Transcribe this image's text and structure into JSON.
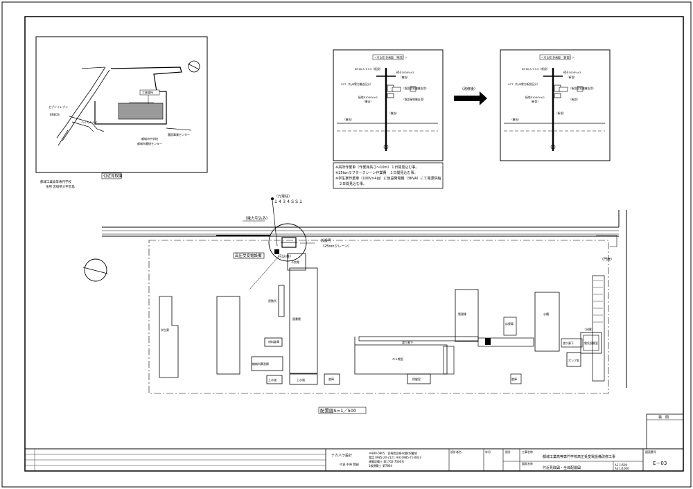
{
  "location_map": {
    "title": "付近見取図",
    "school_name": "都城工業高等専門学校",
    "address": "住所 宮崎県大字宮島",
    "labels": {
      "site": "工事場所",
      "seven_eleven": "セブンイレブン",
      "eneos": "ENEOS",
      "nishimatsu": "ハイカムライ…",
      "center": "農園事業センター",
      "center2": "都城市中学校",
      "center3": "都城市農研センター"
    }
  },
  "elevation_before": {
    "title": "＜引込柱 計画図 （現況）＞",
    "lines": [
      "ΦΓ16-3-T-3.5（既設）",
      "碍子1000V×2",
      "（撤去）",
      "VCT（九州電力撤去区分）",
      "（既設受電盤撤去用）",
      "接地E1000V×2",
      "（撤去）",
      "（既設接地撤去用）",
      "（撤去）",
      "（撤去）"
    ]
  },
  "elevation_after": {
    "title": "＜引込柱 計画図 （新設）＞",
    "lines": [
      "ΦΓ16-3-T-3.5（新設）",
      "碍子1000V×2",
      "（新設）",
      "VCT（九州電力新設区分）",
      "（新設受電盤撤去用）",
      "接地E1000V×2",
      "（新設）",
      "（新設）",
      "（新設）",
      "（撤去）"
    ]
  },
  "arrow_label": "（改修後）",
  "notes": [
    "※高所作業車（作業床高さ～10m）１日間見込む事。",
    "※25tonラフタークレーン作業費　１日間見込む事。",
    "※学生寮作業車（100V×4台）に仮設発電機（3KVA）にて電源供給",
    "　２日間見込む事。"
  ],
  "site_plan": {
    "title": "配置図S=1／500",
    "pole_label": "（九電柱）",
    "pole_no": "１４３４ＳＳ１",
    "power_inlet": "（電力引込み）",
    "crane": "（25tonクレーン）",
    "crane_id": "仮設号",
    "substation": "高圧受変電設備",
    "inlet_pole": "（引込柱）",
    "gate": "（門扉）",
    "buildings": {
      "b1": "学生寮",
      "b2": "電気受変電室",
      "b3": "図書館",
      "b4": "体育館",
      "b5": "渡り廊下",
      "b6": "ＯＡ教室",
      "b7": "管理棟",
      "b8": "保健室",
      "b9": "倉庫",
      "b10": "機械科実習棟",
      "b11": "電気科実習棟",
      "b12": "車庫",
      "b13": "上水道",
      "b14": "応接電",
      "b15": "水槽",
      "b16": "渡り廊下",
      "b17": "（水槽）",
      "b18": "電気設備室",
      "b19": "倉庫",
      "b20": "ポンプ室",
      "b21": "不良電",
      "b22": "材料倉庫",
      "b23": "上水道",
      "b24": "守衛",
      "b25": "原動所"
    }
  },
  "inspection": "検　図",
  "title_block": {
    "company": "ナカハラ設計",
    "company_address": "〒880-0805　宮崎県宮崎市錦町8番地",
    "tel": "電話 0985-20-2121 FAX 0985-71-0833",
    "reg1": "建築設備士 第1702-7006号",
    "reg2": "1級建築士 第7864",
    "names": "代表 中原 賢嗣",
    "col_designer": "設計者名",
    "col_date": "年月",
    "col_design": "設計",
    "col_project": "工事名称",
    "project_name": "都城工業高等専門学校高圧受変電設備改修工事",
    "col_drawing": "図面名称",
    "drawing_name": "付近見取図・全体配置図",
    "scale1": "A1 1/500",
    "scale2": "A3 1/1000",
    "drawing_no": "E－03",
    "col_no": "図面番号"
  }
}
